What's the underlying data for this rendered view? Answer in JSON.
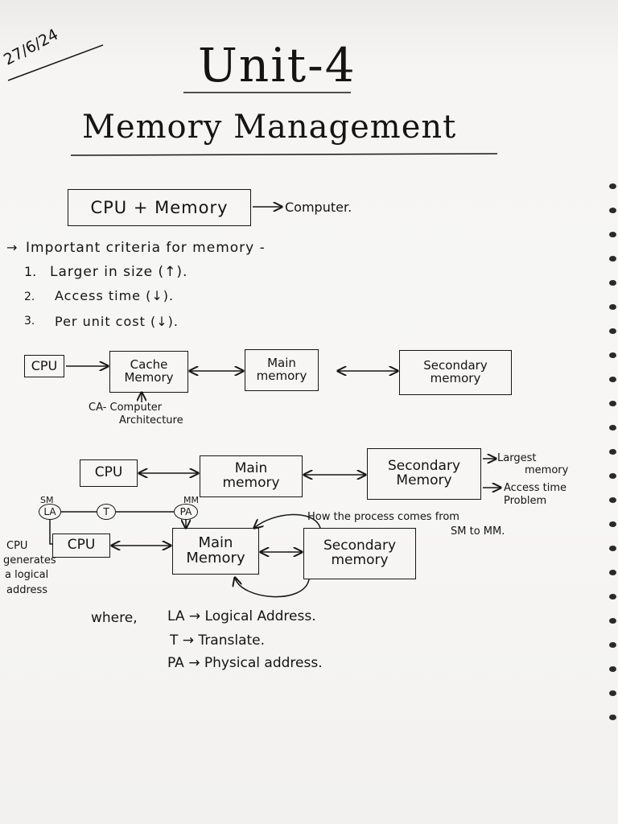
{
  "date": "27/6/24",
  "title": "Unit-4",
  "subtitle": "Memory Management",
  "intro": {
    "box_label": "CPU + Memory",
    "result": "Computer."
  },
  "criteria": {
    "heading": "Important criteria for memory -",
    "items": [
      {
        "num": "1.",
        "text": "Larger in size (↑)."
      },
      {
        "num": "2.",
        "text": "Access time (↓)."
      },
      {
        "num": "3.",
        "text": "Per unit cost (↓)."
      }
    ]
  },
  "diagram1": {
    "cpu": "CPU",
    "cache": "Cache Memory",
    "main": "Main memory",
    "secondary": "Secondary memory",
    "note_line1": "CA- Computer",
    "note_line2": "Architecture"
  },
  "diagram2": {
    "cpu": "CPU",
    "main": "Main memory",
    "secondary": "Secondary Memory",
    "note_line1": "Largest",
    "note_line2": "memory",
    "note_line3": "Access time",
    "note_line4": "Problem"
  },
  "diagram3": {
    "sm_label": "SM",
    "la_label": "LA",
    "t_label": "T",
    "mm_label": "MM",
    "pa_label": "PA",
    "cpu": "CPU",
    "main": "Main Memory",
    "secondary": "Secondary memory",
    "cpu_note_1": "CPU",
    "cpu_note_2": "generates",
    "cpu_note_3": "a logical",
    "cpu_note_4": "address",
    "process_note_1": "How the process comes from",
    "process_note_2": "SM to MM."
  },
  "legend": {
    "where": "where,",
    "line1": "LA → Logical Address.",
    "line2": "T → Translate.",
    "line3": "PA → Physical address."
  }
}
